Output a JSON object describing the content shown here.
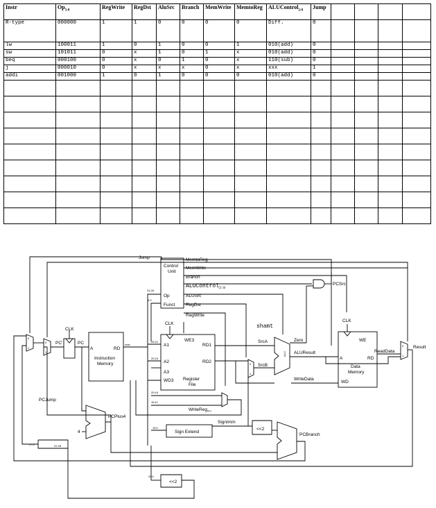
{
  "table": {
    "headers": [
      "Instr",
      "Op",
      "5:0",
      "RegWrite",
      "RegDst",
      "AluSrc",
      "Branch",
      "MemWrite",
      "MemtoReg",
      "ALUControl",
      "2:0",
      "Jump"
    ],
    "rows": [
      [
        "R-type",
        "000000",
        "1",
        "1",
        "0",
        "0",
        "0",
        "0",
        "Diff.",
        "0"
      ],
      [
        "lw",
        "100011",
        "1",
        "0",
        "1",
        "0",
        "0",
        "1",
        "010(add)",
        "0"
      ],
      [
        "sw",
        "101011",
        "0",
        "x",
        "1",
        "0",
        "1",
        "x",
        "010(add)",
        "0"
      ],
      [
        "beq",
        "000100",
        "0",
        "x",
        "0",
        "1",
        "0",
        "x",
        "110(sub)",
        "0"
      ],
      [
        "j",
        "000010",
        "0",
        "x",
        "x",
        "x",
        "0",
        "x",
        "xxx",
        "1"
      ],
      [
        "addi",
        "001000",
        "1",
        "0",
        "1",
        "0",
        "0",
        "0",
        "010(add)",
        "0"
      ]
    ]
  },
  "diagram": {
    "jump": "Jump",
    "memtoreg": "MemtoReg",
    "memwrite": "MemWrite",
    "branch": "Branch",
    "alucontrol": "ALUControl",
    "alucontrol_sub": "2:0",
    "alusrc": "ALUSrc",
    "regdst": "RegDst",
    "regwrite": "RegWrite",
    "control_unit": [
      "Control",
      "Unit"
    ],
    "op": "Op",
    "funct": "Funct",
    "b31_26": "31:26",
    "b5_0": "5:0",
    "pcsrc": "PCSrc",
    "shamt": "shamt",
    "clk": "CLK",
    "pc_prime": "PC'",
    "pc": "PC",
    "a": "A",
    "rd": "RD",
    "instr_mem": [
      "Instruction",
      "Memory"
    ],
    "instr": "Instr",
    "a1": "A1",
    "a2": "A2",
    "a3": "A3",
    "wd3": "WD3",
    "we3": "WE3",
    "rd1": "RD1",
    "rd2": "RD2",
    "reg_file": [
      "Register",
      "File"
    ],
    "b25_21": "25:21",
    "b20_16": "20:16",
    "b15_11": "15:11",
    "b15_0": "15:0",
    "b25_0": "25:0",
    "b27_0": "27:0",
    "b31_28": "31:28",
    "srca": "SrcA",
    "srcb": "SrcB",
    "alu": "ALU",
    "zero": "Zero",
    "aluresult": "ALUResult",
    "writedata": "WriteData",
    "we": "WE",
    "data_mem": [
      "Data",
      "Memory"
    ],
    "wd": "WD",
    "readdata": "ReadData",
    "result": "Result",
    "writereg": "WriteReg",
    "writereg_sub": "4:0",
    "signimm": "SignImm",
    "sign_extend": "Sign Extend",
    "shl2": "<<2",
    "pcbranch": "PCBranch",
    "pcplus4": "PCPlus4",
    "four": "4",
    "pcjump": "PCJump",
    "mux0": "0",
    "mux1": "1"
  }
}
